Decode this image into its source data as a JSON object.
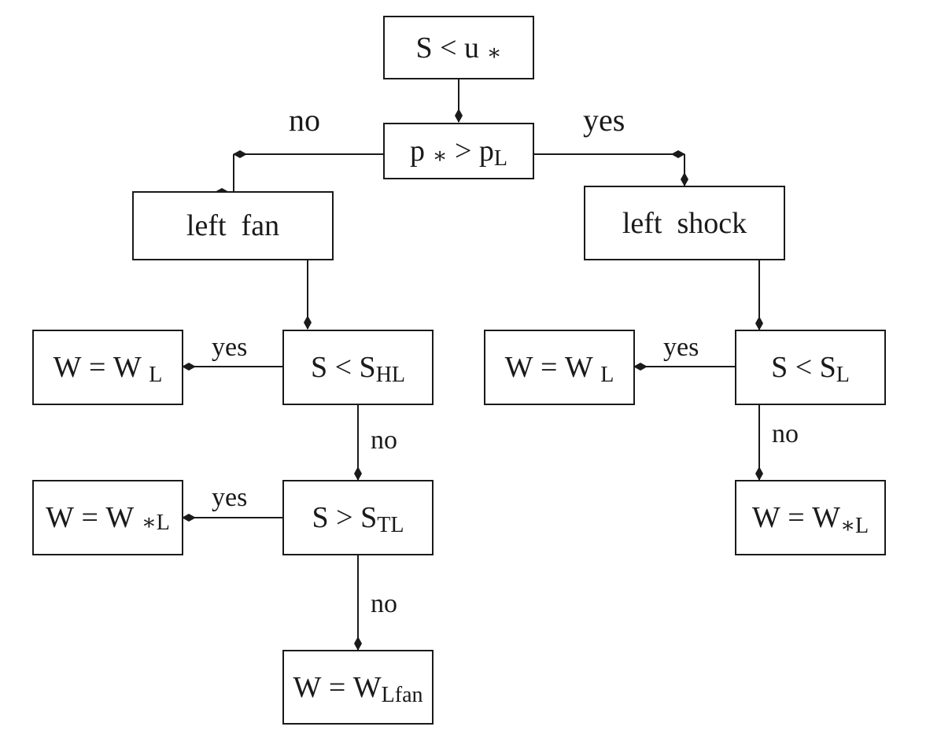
{
  "nodes": {
    "root": {
      "lhs": "S",
      "op": "<",
      "rhs": "u",
      "sub": "∗"
    },
    "decision": {
      "lhs": "p",
      "lhs_sub": "∗",
      "op": ">",
      "rhs": "p",
      "sub": "L"
    },
    "left_fan": {
      "text": "left  fan"
    },
    "left_shock": {
      "text": "left  shock"
    },
    "s_lt_shl": {
      "lhs": "S",
      "op": "<",
      "rhs": "S",
      "sub": "HL"
    },
    "s_gt_stl": {
      "lhs": "S",
      "op": ">",
      "rhs": "S",
      "sub": "TL"
    },
    "s_lt_sl": {
      "lhs": "S",
      "op": "<",
      "rhs": "S",
      "sub": "L"
    },
    "w_wl_fan": {
      "lhs": "W",
      "op": "=",
      "rhs": "W",
      "sub": "L"
    },
    "w_wstarl_fan": {
      "lhs": "W",
      "op": "=",
      "rhs": "W",
      "sub": "∗L"
    },
    "w_wlfan": {
      "lhs": "W",
      "op": "=",
      "rhs": "W",
      "sub": "Lfan"
    },
    "w_wl_shock": {
      "lhs": "W",
      "op": "=",
      "rhs": "W",
      "sub": "L"
    },
    "w_wstarl_shock": {
      "lhs": "W",
      "op": "=",
      "rhs": "W",
      "sub": "∗L"
    }
  },
  "edge_labels": {
    "decision_no": "no",
    "decision_yes": "yes",
    "shl_yes": "yes",
    "shl_no": "no",
    "stl_yes": "yes",
    "stl_no": "no",
    "sl_yes": "yes",
    "sl_no": "no"
  }
}
